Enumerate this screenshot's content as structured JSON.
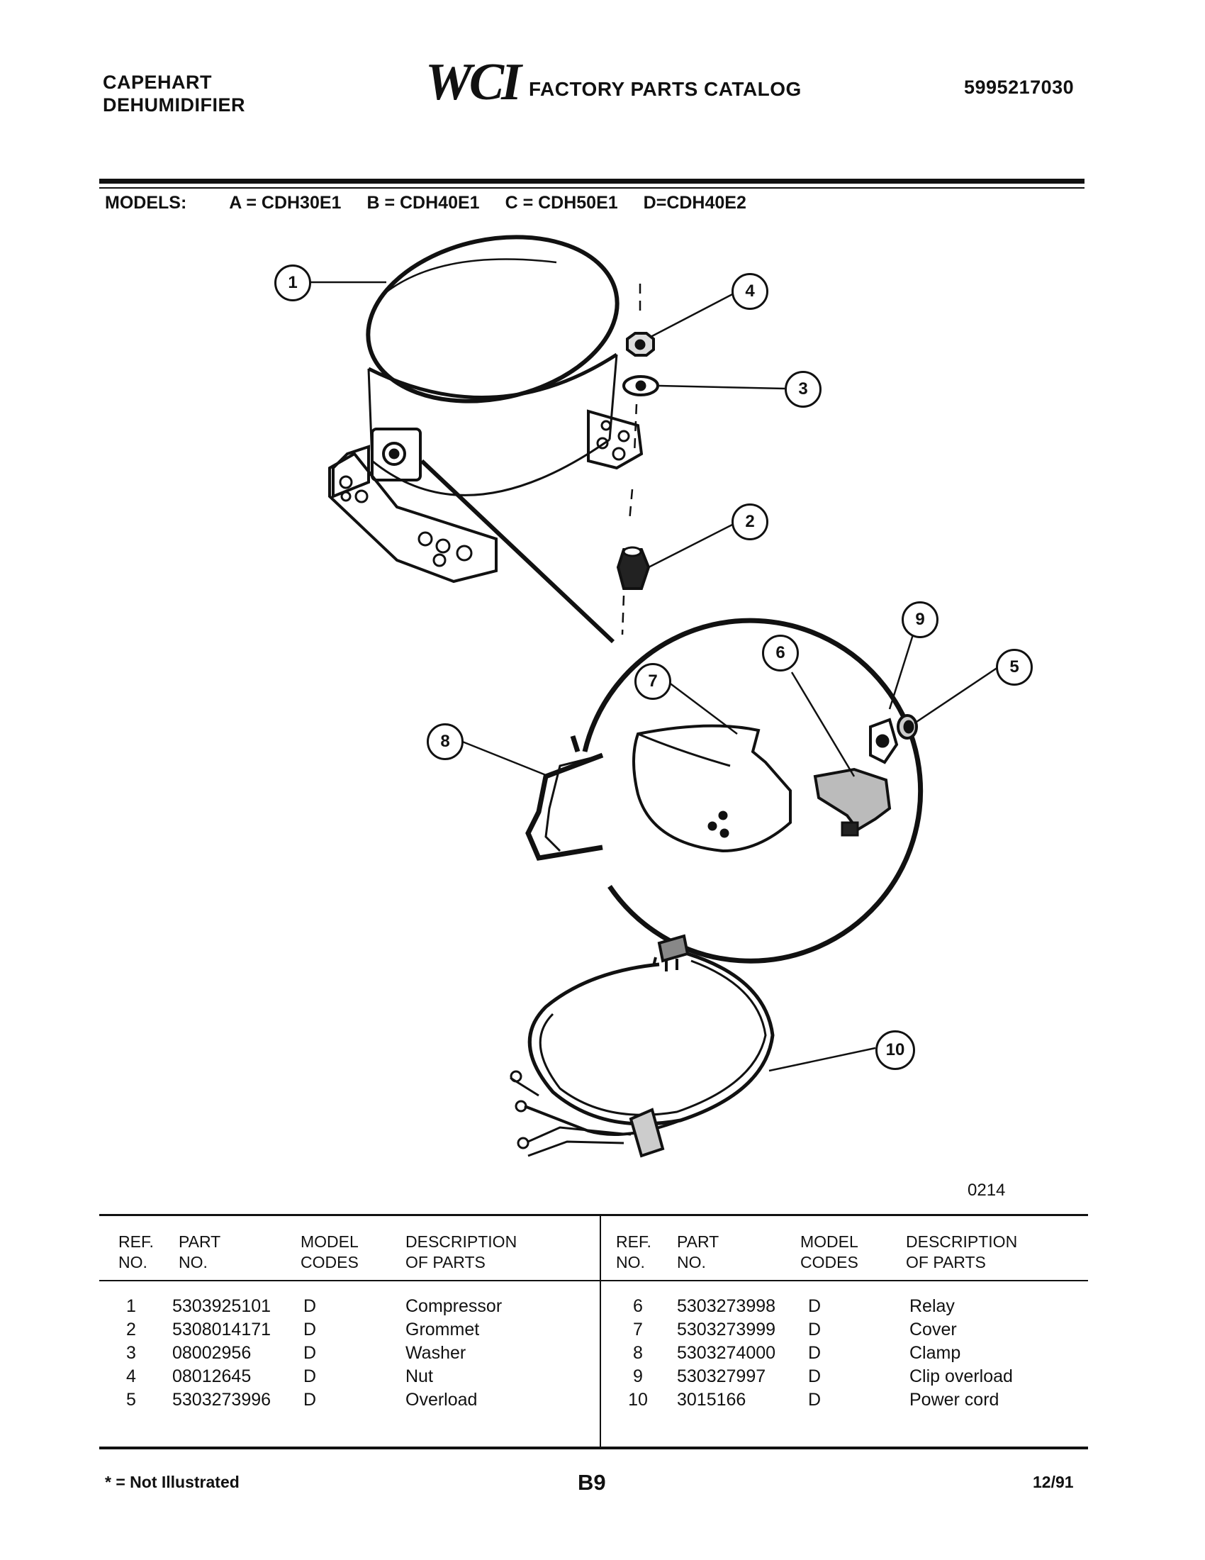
{
  "header": {
    "brand_line1": "CAPEHART",
    "brand_line2": "DEHUMIDIFIER",
    "logo_text": "WCI",
    "catalog_title": "FACTORY PARTS CATALOG",
    "catalog_number": "5995217030"
  },
  "models": {
    "label": "MODELS:",
    "items": [
      "A = CDH30E1",
      "B = CDH40E1",
      "C = CDH50E1",
      "D=CDH40E2"
    ]
  },
  "diagram": {
    "figure_code": "0214",
    "callouts": [
      "1",
      "2",
      "3",
      "4",
      "5",
      "6",
      "7",
      "8",
      "9",
      "10"
    ]
  },
  "table": {
    "headers": {
      "ref_line1": "REF.",
      "ref_line2": "NO.",
      "part_line1": "PART",
      "part_line2": "NO.",
      "model_line1": "MODEL",
      "model_line2": "CODES",
      "desc_line1": "DESCRIPTION",
      "desc_line2": "OF PARTS"
    },
    "left_rows": [
      {
        "ref": "1",
        "part": "5303925101",
        "code": "D",
        "desc": "Compressor"
      },
      {
        "ref": "2",
        "part": "5308014171",
        "code": "D",
        "desc": "Grommet"
      },
      {
        "ref": "3",
        "part": "08002956",
        "code": "D",
        "desc": "Washer"
      },
      {
        "ref": "4",
        "part": "08012645",
        "code": "D",
        "desc": "Nut"
      },
      {
        "ref": "5",
        "part": "5303273996",
        "code": "D",
        "desc": "Overload"
      }
    ],
    "right_rows": [
      {
        "ref": "6",
        "part": "5303273998",
        "code": "D",
        "desc": "Relay"
      },
      {
        "ref": "7",
        "part": "5303273999",
        "code": "D",
        "desc": "Cover"
      },
      {
        "ref": "8",
        "part": "5303274000",
        "code": "D",
        "desc": "Clamp"
      },
      {
        "ref": "9",
        "part": "530327997",
        "code": "D",
        "desc": "Clip overload"
      },
      {
        "ref": "10",
        "part": "3015166",
        "code": "D",
        "desc": "Power cord"
      }
    ]
  },
  "footer": {
    "note": "* = Not Illustrated",
    "page": "B9",
    "date": "12/91"
  }
}
